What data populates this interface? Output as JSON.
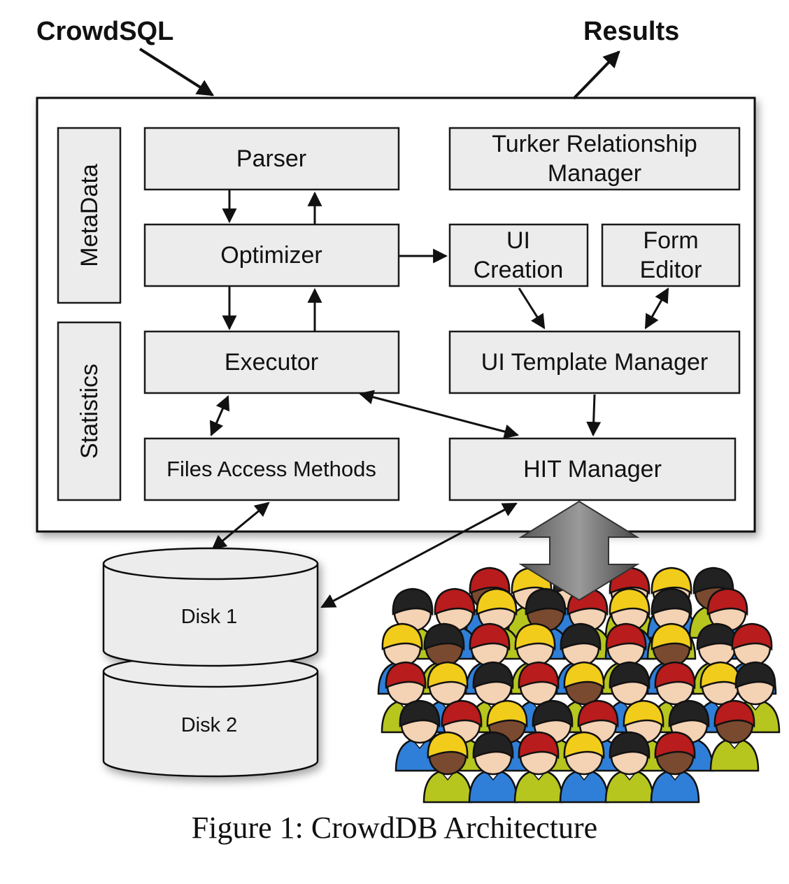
{
  "inputs": {
    "query_label": "CrowdSQL",
    "results_label": "Results"
  },
  "side_panels": {
    "metadata": "MetaData",
    "statistics": "Statistics"
  },
  "components": {
    "parser": "Parser",
    "optimizer": "Optimizer",
    "executor": "Executor",
    "files_access": "Files Access Methods",
    "turker_line1": "Turker Relationship",
    "turker_line2": "Manager",
    "ui_creation_line1": "UI",
    "ui_creation_line2": "Creation",
    "form_editor_line1": "Form",
    "form_editor_line2": "Editor",
    "ui_template_manager": "UI Template Manager",
    "hit_manager": "HIT Manager"
  },
  "storage": {
    "disk1": "Disk 1",
    "disk2": "Disk 2"
  },
  "caption": "Figure 1: CrowdDB Architecture",
  "colors": {
    "box_fill": "#ececec",
    "crowd_red": "#b81c1c",
    "crowd_yellow": "#f2cc1a",
    "crowd_black": "#222222",
    "crowd_blue": "#2f7fd8",
    "crowd_green": "#b7c61e"
  }
}
